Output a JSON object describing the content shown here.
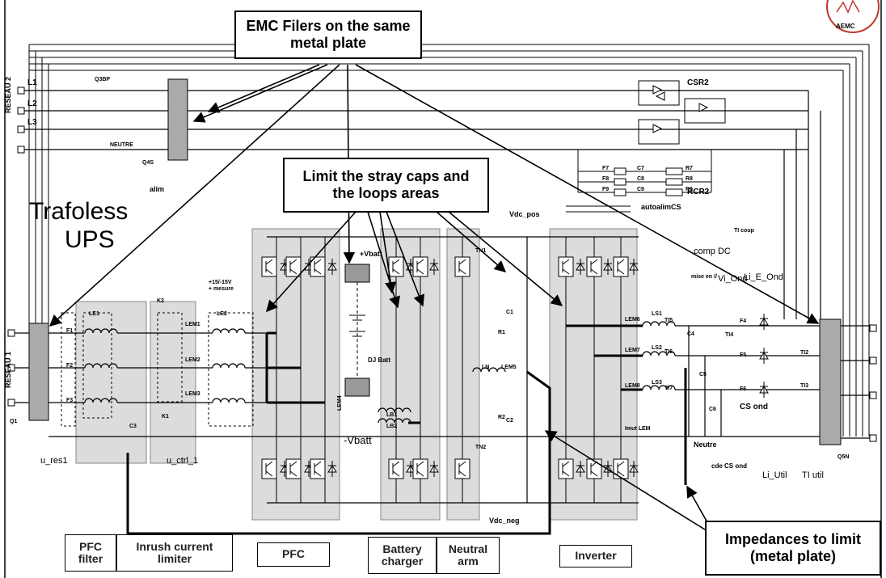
{
  "callouts": {
    "emc": "EMC Filers on the same metal plate",
    "stray": "Limit the stray caps and the loops areas",
    "impedance": "Impedances to limit (metal plate)"
  },
  "title": {
    "line1": "Trafoless",
    "line2": "UPS"
  },
  "logo": "AEMC",
  "blocks": {
    "pfc_filter": "PFC filter",
    "inrush": "Inrush current limiter",
    "pfc": "PFC",
    "battery": "Battery charger",
    "neutral": "Neutral arm",
    "inverter": "Inverter"
  },
  "labels": {
    "reseau2": "RESEAU 2",
    "reseau1": "RESEAU 1",
    "l1": "L1",
    "l2": "L2",
    "l3": "L3",
    "neutre_top": "NEUTRE",
    "q3bp": "Q3BP",
    "q4s": "Q4S",
    "q1": "Q1",
    "q5n": "Q5N",
    "csr2": "CSR2",
    "rcr2": "RCR2",
    "autoalim": "autoalimCS",
    "alim": "alim",
    "vdc_pos": "Vdc_pos",
    "vdc_neg": "Vdc_neg",
    "vbatt_pos": "+Vbatt",
    "vbatt_neg": "-Vbatt",
    "dj_batt": "DJ Batt",
    "le1": "LE1",
    "le2": "LE2",
    "k1": "K1",
    "k2": "K2",
    "pm15": "+15/-15V",
    "mesure": "+ mesure",
    "lem1": "LEM1",
    "lem2": "LEM2",
    "lem3": "LEM3",
    "lem4": "LEM4",
    "lem5": "LEM5",
    "lem6": "LEM6",
    "lem7": "LEM7",
    "lem8": "LEM8",
    "ln": "LN",
    "lb1": "LB1",
    "lb2": "LB2",
    "tn1": "TN1",
    "tn2": "TN2",
    "r1": "R1",
    "r2": "R2",
    "c1": "C1",
    "c2": "C2",
    "c3": "C3",
    "c4": "C4",
    "c5": "C5",
    "c6": "C6",
    "c7": "C7",
    "c8": "C8",
    "c9": "C9",
    "r7": "R7",
    "r8": "R8",
    "r9": "R9",
    "f1": "F1",
    "f2": "F2",
    "f3": "F3",
    "f4": "F4",
    "f5": "F5",
    "f6": "F6",
    "f7": "F7",
    "f8": "F8",
    "f9": "F9",
    "ls1": "LS1",
    "ls2": "LS2",
    "ls3": "LS3",
    "ti1": "TI1",
    "ti2": "TI2",
    "ti3": "TI3",
    "ti4": "TI4",
    "ti5": "TI5",
    "ti6": "TI6",
    "ti7": "TI7",
    "u_res1": "u_res1",
    "u_ctrl1": "u_ctrl_1",
    "comp_dc": "comp DC",
    "vi_ond": "Vi_Ond",
    "li_e_ond": "Li_E_Ond",
    "mise_en": "mise en //",
    "ti_coup": "TI coup",
    "cs_ond": "CS ond",
    "cde_cs_ond": "cde CS ond",
    "li_util": "Li_Util",
    "ti_util": "TI util",
    "neutre_bottom": "Neutre",
    "imut_lem": "Imut LEM"
  },
  "colors": {
    "shade": "#dcdcdc",
    "logo_red": "#c0392b"
  }
}
